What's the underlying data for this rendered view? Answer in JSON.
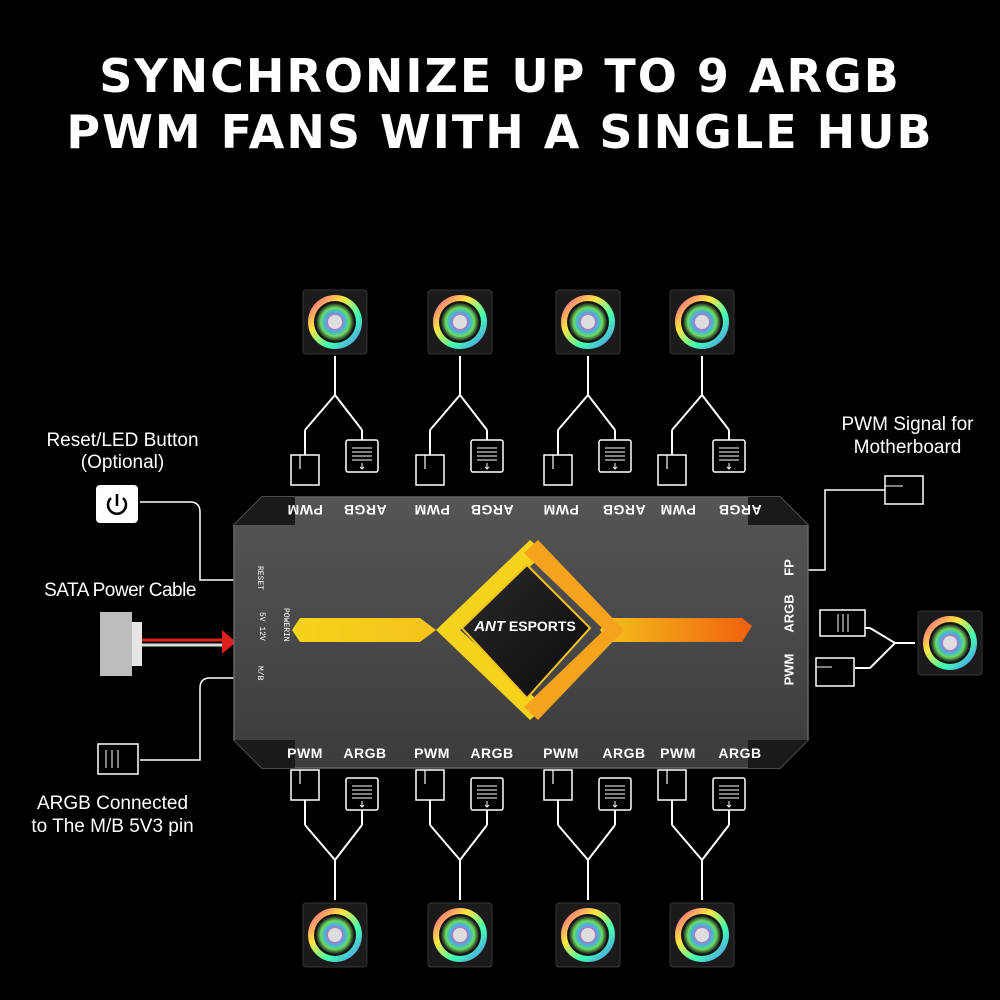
{
  "title": {
    "line1": "SYNCHRONIZE UP TO 9 ARGB",
    "line2": "PWM FANS WITH A SINGLE HUB"
  },
  "callouts": {
    "reset_led": "Reset/LED Button",
    "reset_led_optional": "(Optional)",
    "sata": "SATA Power Cable",
    "argb_mb_1": "ARGB Connected",
    "argb_mb_2": "to The M/B 5V3 pin",
    "pwm_signal_1": "PWM Signal for",
    "pwm_signal_2": "Motherboard"
  },
  "hub": {
    "brand_ant": "ANT",
    "brand_esports": "ESPORTS",
    "top_ports": [
      "PWM",
      "ARGB",
      "PWM",
      "ARGB",
      "PWM",
      "ARGB",
      "PWM",
      "ARGB"
    ],
    "bottom_ports": [
      "PWM",
      "ARGB",
      "PWM",
      "ARGB",
      "PWM",
      "ARGB",
      "PWM",
      "ARGB"
    ],
    "right_ports": [
      "FP",
      "ARGB",
      "PWM"
    ],
    "left_labels": {
      "reset": "RESET",
      "powerin": "POWERIN",
      "volts": "5V  12V",
      "mb": "M/B"
    }
  },
  "colors": {
    "hub_body": "#4a4a4a",
    "accent_yellow": "#f5d21c",
    "accent_orange": "#f07a10",
    "cable_red": "#e0201c"
  },
  "icons": [
    "power-icon",
    "fan-icon",
    "connector-icon"
  ]
}
